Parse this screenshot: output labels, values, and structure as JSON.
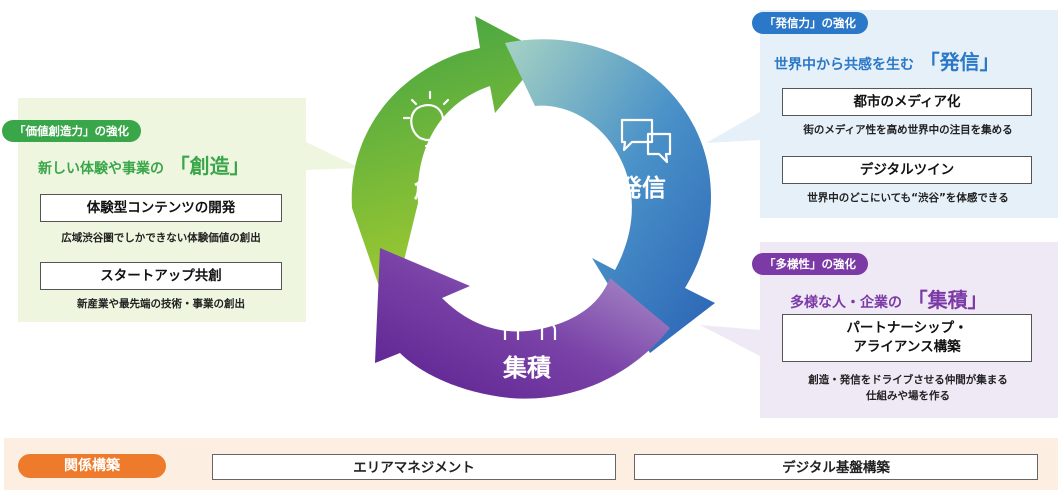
{
  "left": {
    "tag": "「価値創造力」の強化",
    "headline_small": "新しい体験や事業の",
    "headline_big": "「創造」",
    "items": [
      {
        "title": "体験型コンテンツの開発",
        "desc": "広域渋谷圏でしかできない体験価値の創出"
      },
      {
        "title": "スタートアップ共創",
        "desc": "新産業や最先端の技術・事業の創出"
      }
    ]
  },
  "top_right": {
    "tag": "「発信力」の強化",
    "headline_small": "世界中から共感を生む",
    "headline_big": "「発信」",
    "items": [
      {
        "title": "都市のメディア化",
        "desc": "街のメディア性を高め世界中の注目を集める"
      },
      {
        "title": "デジタルツイン",
        "desc": "世界中のどこにいても“渋谷”を体感できる"
      }
    ]
  },
  "bottom_right": {
    "tag": "「多様性」の強化",
    "headline_small": "多様な人・企業の",
    "headline_big": "「集積」",
    "items": [
      {
        "title_line1": "パートナーシップ・",
        "title_line2": "アライアンス構築",
        "desc_line1": "創造・発信をドライブさせる仲間が集まる",
        "desc_line2": "仕組みや場を作る"
      }
    ]
  },
  "cycle": {
    "create": "創造",
    "send": "発信",
    "gather": "集積"
  },
  "bottom": {
    "label": "関係構築",
    "items": [
      "エリアマネジメント",
      "デジタル基盤構築"
    ]
  },
  "icons": [
    "lightbulb-icon",
    "speech-bubbles-icon",
    "people-icon"
  ],
  "colors": {
    "green": "#3aa64a",
    "blue": "#2a78c7",
    "purple": "#7b3aa6",
    "orange": "#ee7a2b"
  }
}
